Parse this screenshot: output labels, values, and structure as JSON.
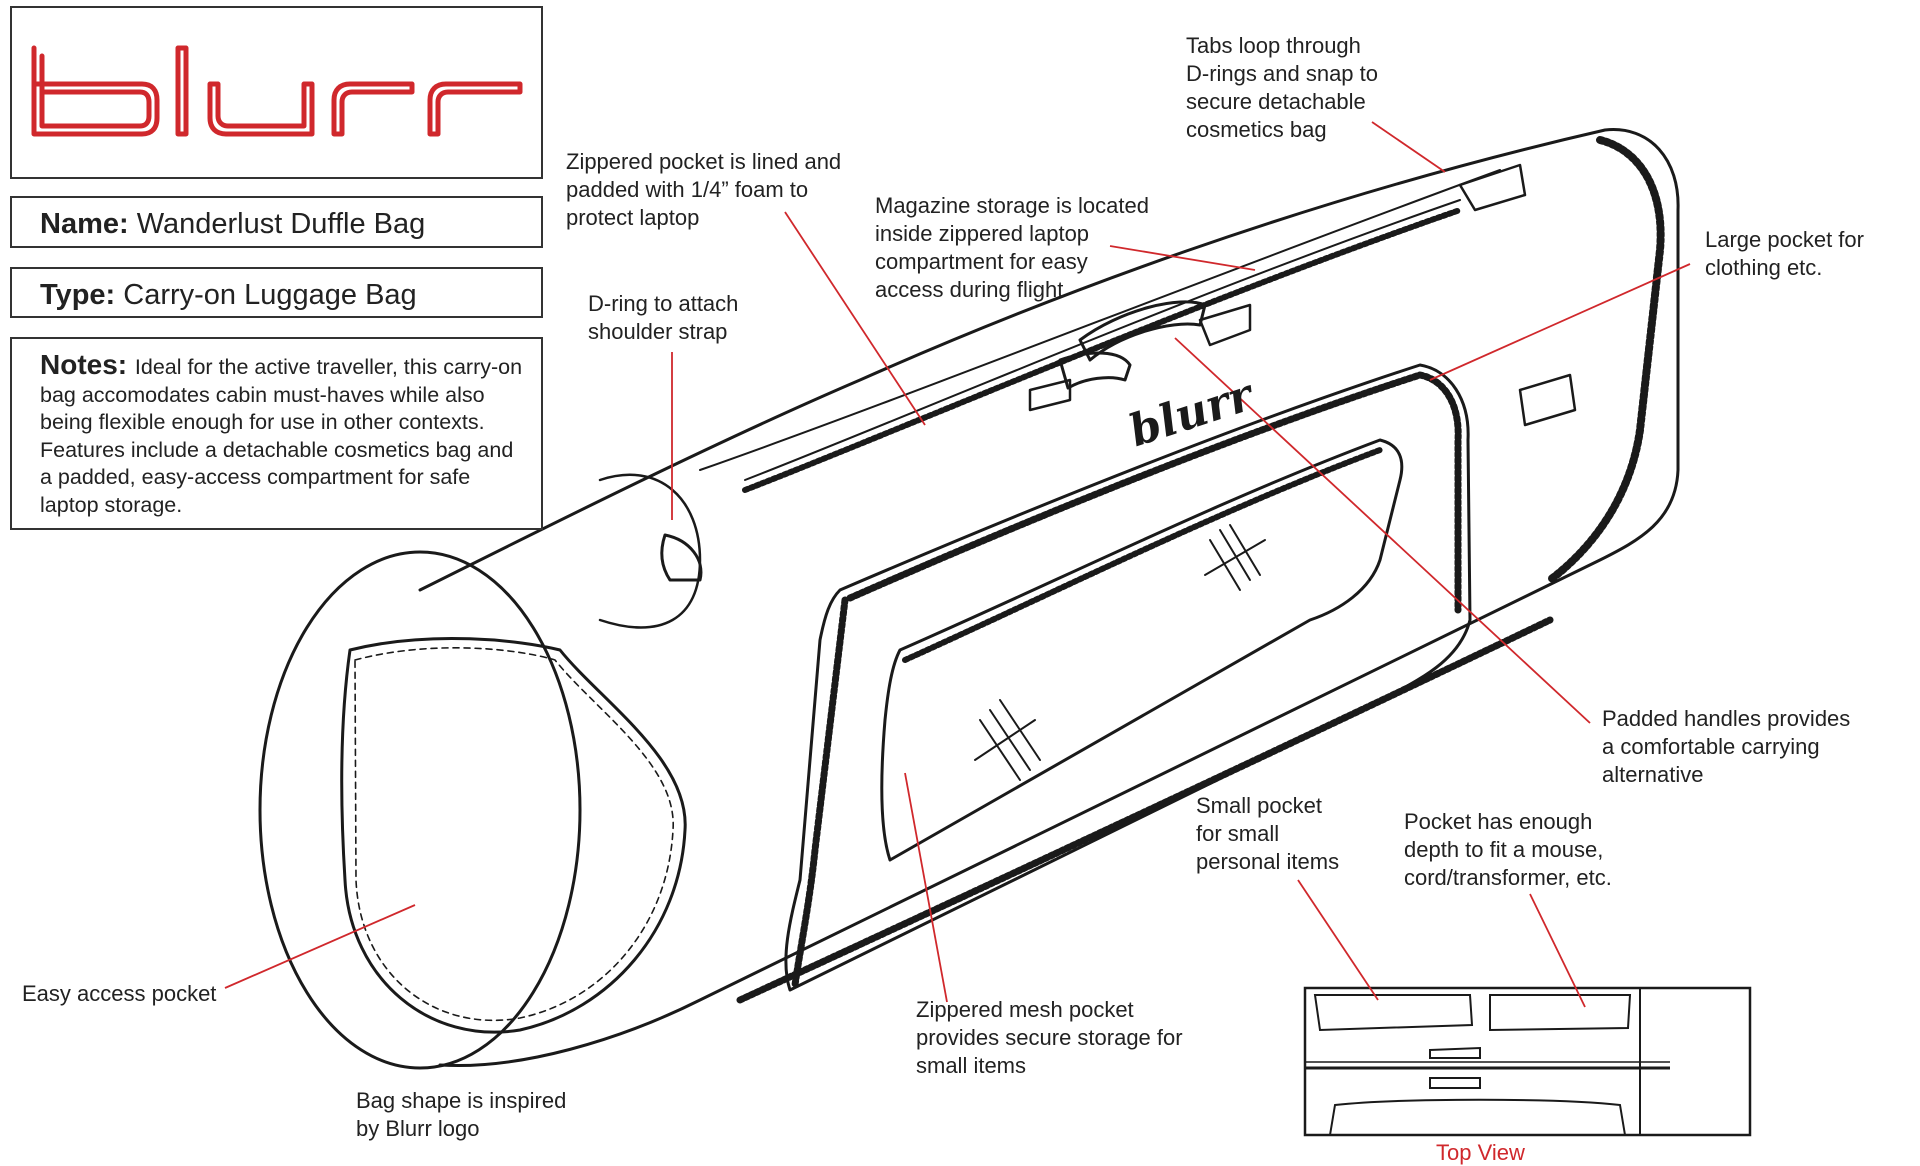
{
  "brand": {
    "logo_text": "blurr",
    "logo_color": "#d0282c",
    "bag_script_text": "blurr"
  },
  "info": {
    "name_label": "Name:",
    "name_value": "Wanderlust Duffle Bag",
    "type_label": "Type:",
    "type_value": "Carry-on Luggage Bag",
    "notes_label": "Notes:",
    "notes_text": "Ideal for the active traveller, this carry-on bag accomodates cabin must-haves while also being flexible enough for use in other contexts. Features include a detachable cosmetics bag and a padded, easy-access compartment for safe laptop storage."
  },
  "annotations": {
    "tabs_loop": "Tabs loop through\nD-rings and snap to\nsecure detachable\ncosmetics bag",
    "zippered_pocket": "Zippered pocket is lined and\npadded with 1/4” foam to\nprotect laptop",
    "magazine_storage": "Magazine storage is located\ninside zippered laptop\ncompartment for easy\naccess during flight",
    "large_pocket": "Large pocket for\nclothing etc.",
    "d_ring": "D-ring to attach\nshoulder strap",
    "padded_handles": "Padded handles provides\na comfortable carrying\nalternative",
    "small_pocket": "Small pocket\nfor small\npersonal items",
    "pocket_depth": "Pocket has enough\ndepth to fit a mouse,\ncord/transformer, etc.",
    "easy_access": "Easy access pocket",
    "mesh_pocket": "Zippered mesh pocket\nprovides secure storage for\nsmall items",
    "bag_shape": "Bag shape is inspired\nby Blurr logo",
    "top_view": "Top View"
  },
  "colors": {
    "leader_line": "#d0282c",
    "outline": "#1a1a1a"
  }
}
